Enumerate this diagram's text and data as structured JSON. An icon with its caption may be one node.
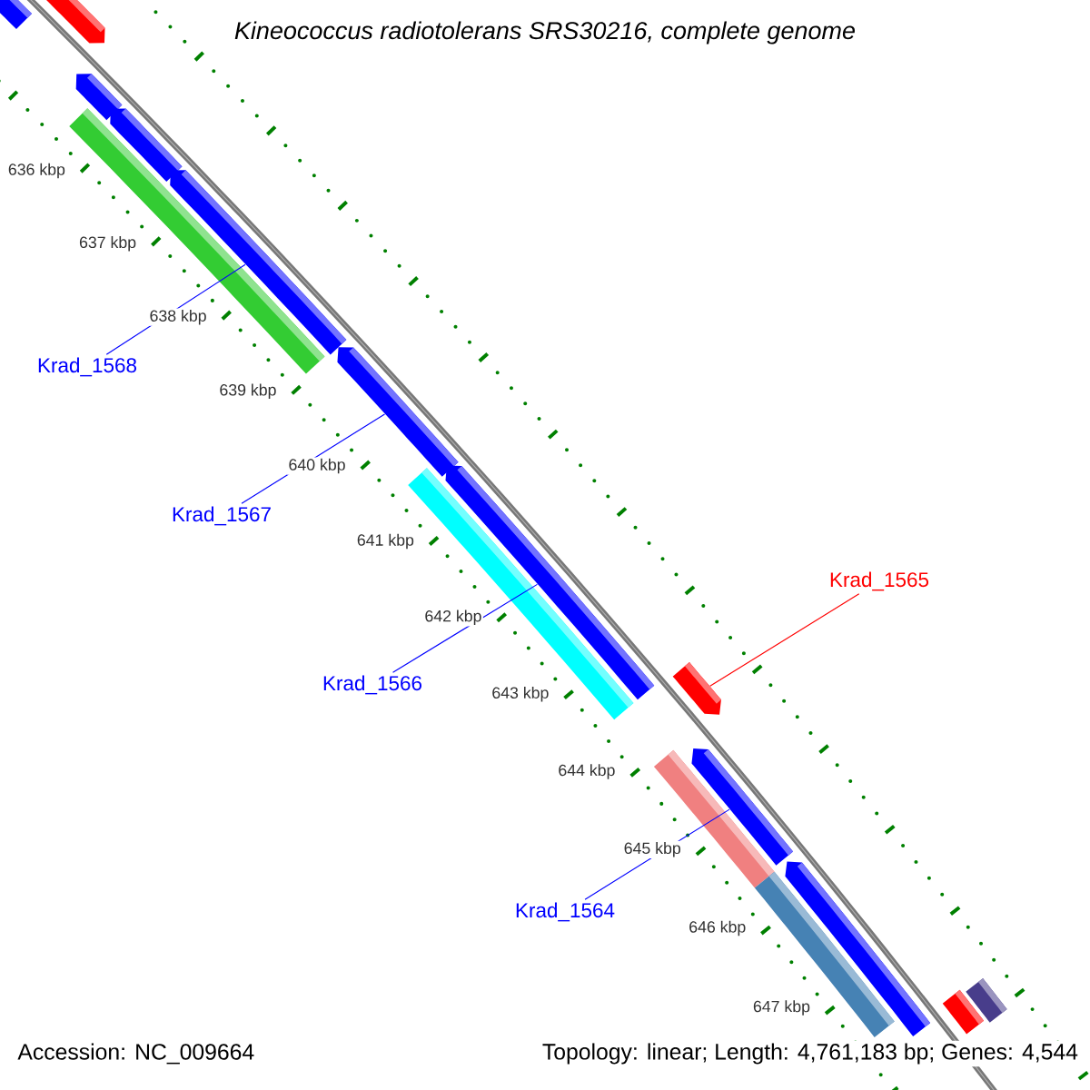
{
  "diagram": {
    "title": "Kineococcus radiotolerans SRS30216, complete genome",
    "nodes": [
      {
        "text": [],
        "shape": "arrow"
      },
      {
        "text": [],
        "shape": "arrow"
      },
      {
        "text": [],
        "shape": "arrow"
      },
      {
        "text": [],
        "shape": "bar"
      },
      {
        "text": [],
        "shape": "arrow"
      },
      {
        "text": [],
        "shape": "arrow"
      },
      {
        "text": [],
        "shape": "arrow"
      },
      {
        "text": [],
        "shape": "bar"
      },
      {
        "text": [],
        "shape": "arrow"
      },
      {
        "text": [],
        "shape": "arrow"
      },
      {
        "text": [],
        "shape": "bar"
      },
      {
        "text": [],
        "shape": "arrow"
      },
      {
        "text": [],
        "shape": "arrow"
      },
      {
        "text": [],
        "shape": "bar"
      },
      {
        "text": [],
        "shape": "bar"
      },
      {
        "text": [],
        "shape": "bar"
      },
      {
        "text": [
          "Krad_1568"
        ]
      },
      {
        "text": [
          "Krad_1567"
        ]
      },
      {
        "text": [
          "Krad_1566"
        ]
      },
      {
        "text": [
          "Krad_1565"
        ]
      },
      {
        "text": [
          "Krad_1564"
        ]
      }
    ],
    "edges": [
      {
        "from": 16,
        "to": 5,
        "arrow": "none"
      },
      {
        "from": 17,
        "to": 6,
        "arrow": "none"
      },
      {
        "from": 18,
        "to": 8,
        "arrow": "none"
      },
      {
        "from": 19,
        "to": 9,
        "arrow": "none",
        "color": "#ff0000"
      },
      {
        "from": 20,
        "to": 11,
        "arrow": "none"
      }
    ],
    "labels": [
      "636 kbp",
      "637 kbp",
      "638 kbp",
      "639 kbp",
      "640 kbp",
      "641 kbp",
      "642 kbp",
      "643 kbp",
      "644 kbp",
      "645 kbp",
      "646 kbp",
      "647 kbp",
      "Accession: NC_009664",
      "Topology: linear; Length: 4,761,183 bp; Genes: 4,544"
    ]
  }
}
